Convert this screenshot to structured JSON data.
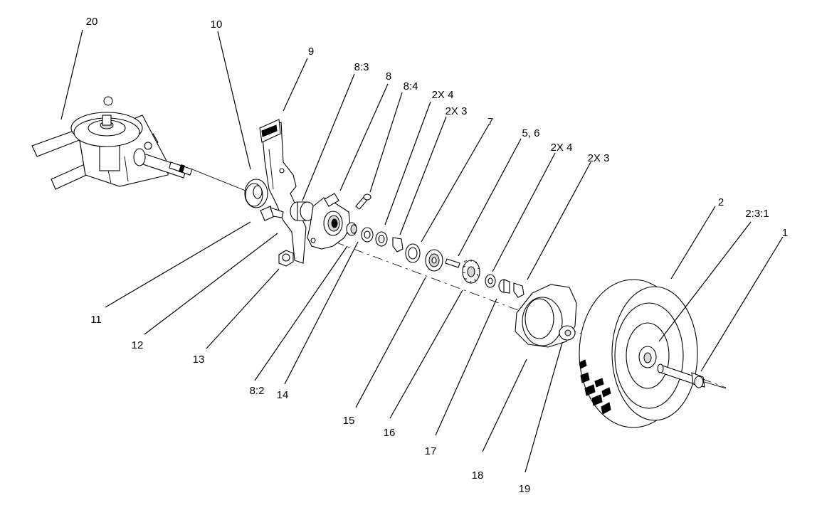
{
  "callouts": {
    "c1": "1",
    "c2": "2",
    "c231": "2:3:1",
    "c2x3a": "2X 3",
    "c2x4a": "2X 4",
    "c56": "5, 6",
    "c7": "7",
    "c2x3b": "2X 3",
    "c2x4b": "2X 4",
    "c84": "8:4",
    "c8": "8",
    "c83": "8:3",
    "c9": "9",
    "c10": "10",
    "c20": "20",
    "c11": "11",
    "c12": "12",
    "c13": "13",
    "c82": "8:2",
    "c14": "14",
    "c15": "15",
    "c16": "16",
    "c17": "17",
    "c18": "18",
    "c19": "19"
  },
  "colors": {
    "ink": "#000000",
    "paper": "#ffffff"
  }
}
